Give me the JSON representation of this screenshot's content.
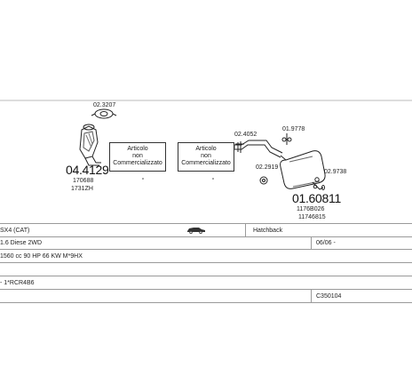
{
  "diagram": {
    "clamp_top": "02.3207",
    "cat_code": "04.4129",
    "cat_ref1": "170688",
    "cat_ref2": "1731ZH",
    "na_box1": [
      "Articolo",
      "non",
      "Commercializzato"
    ],
    "na_box2": [
      "Articolo",
      "non",
      "Commercializzato"
    ],
    "clamp_mid": "02.4052",
    "clamp_right_top": "01.9778",
    "gasket": "02.2919",
    "bracket": "02.9738",
    "rear_code": "01.60811",
    "rear_ref1": "1176B026",
    "rear_ref2": "11746815"
  },
  "table": {
    "model": "SX4 (CAT)",
    "body_type": "Hatchback",
    "engine": "1.6 Diese 2WD",
    "date": "06/06 -",
    "spec": "1560 cc 90 HP 66 KW M*9HX",
    "engine_code": "- 1*RCR4B6",
    "catalogue_code": "C350104"
  },
  "icons": {
    "car": "car-icon"
  }
}
